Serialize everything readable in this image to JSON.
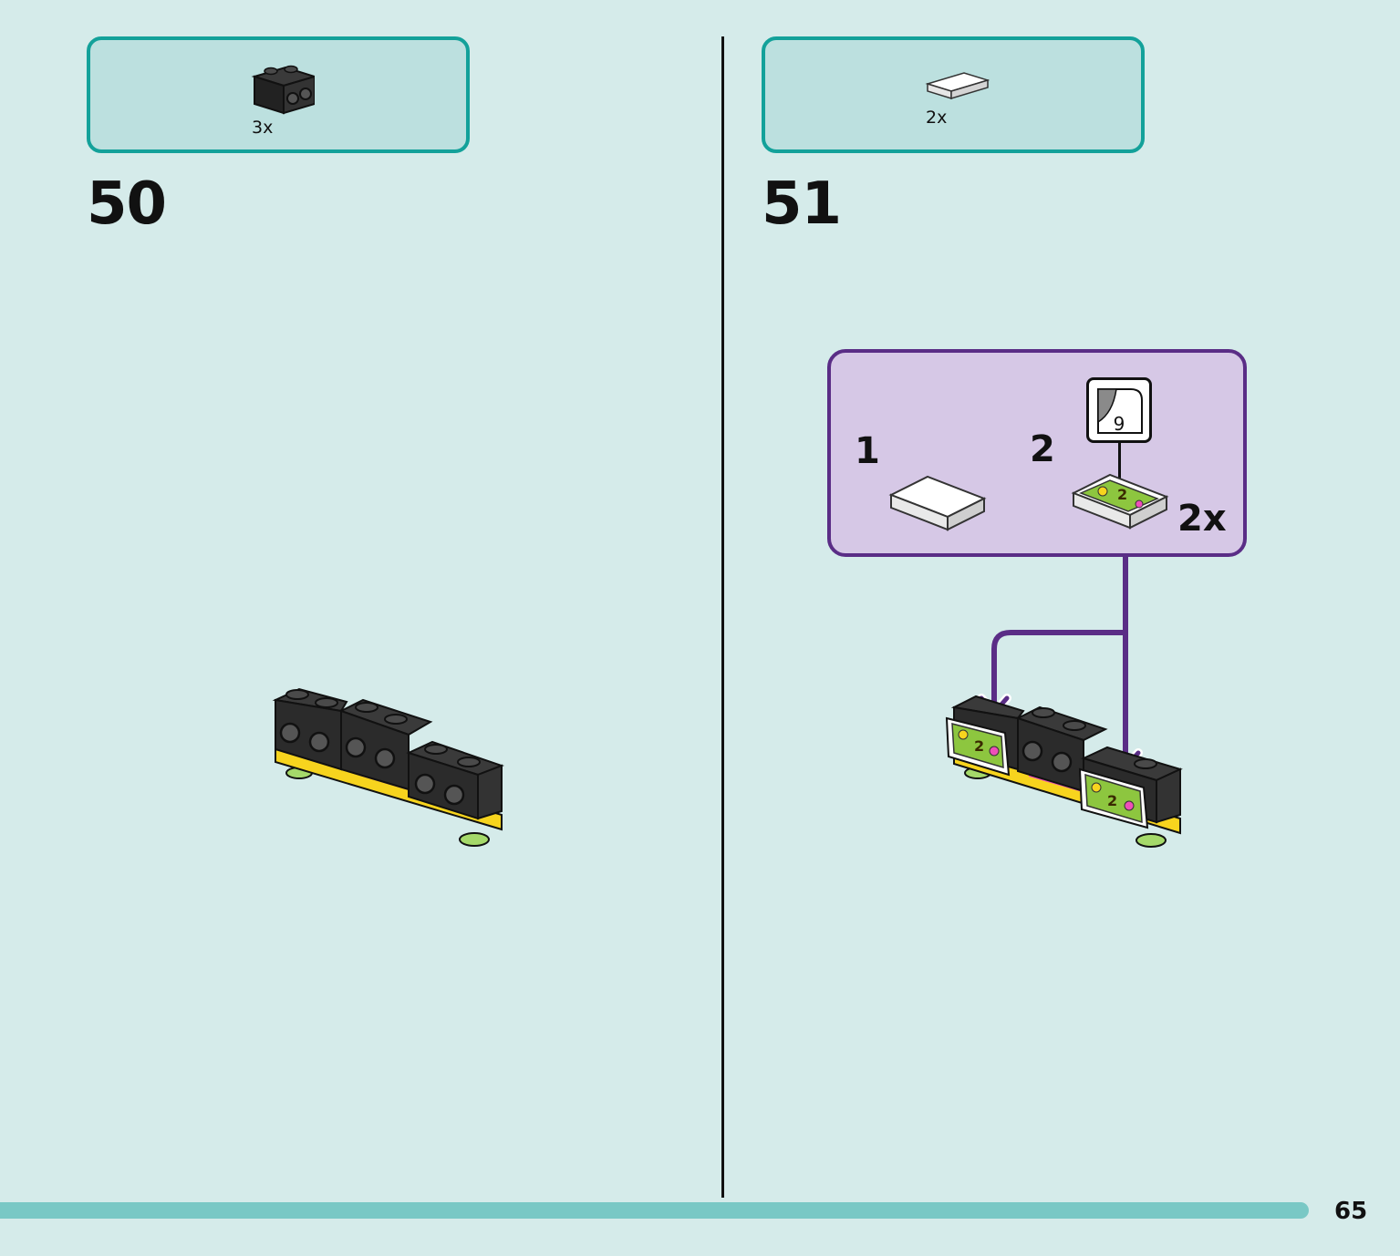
{
  "page": {
    "number": "65"
  },
  "steps": [
    {
      "number": "50",
      "parts": [
        {
          "name": "black 1x2 brick with studs on side",
          "quantity": "3x"
        }
      ]
    },
    {
      "number": "51",
      "parts": [
        {
          "name": "white 1x2 tile",
          "quantity": "2x"
        }
      ],
      "subassembly": {
        "steps": [
          {
            "number": "1"
          },
          {
            "number": "2",
            "sticker_number": "9"
          }
        ],
        "quantity": "2x"
      }
    }
  ],
  "sticker_text": "2",
  "colors": {
    "background": "#d5ebea",
    "parts_box_border": "#13a19a",
    "parts_box_fill": "#bce0df",
    "subassembly_border": "#5a2d86",
    "subassembly_fill": "#d6c8e6",
    "footer_bar": "#79c8c5",
    "brick_black": "#2b2b2b",
    "plate_yellow": "#f7d41e",
    "accent_pink": "#ee4fb8",
    "feet_green": "#a5d96a"
  }
}
